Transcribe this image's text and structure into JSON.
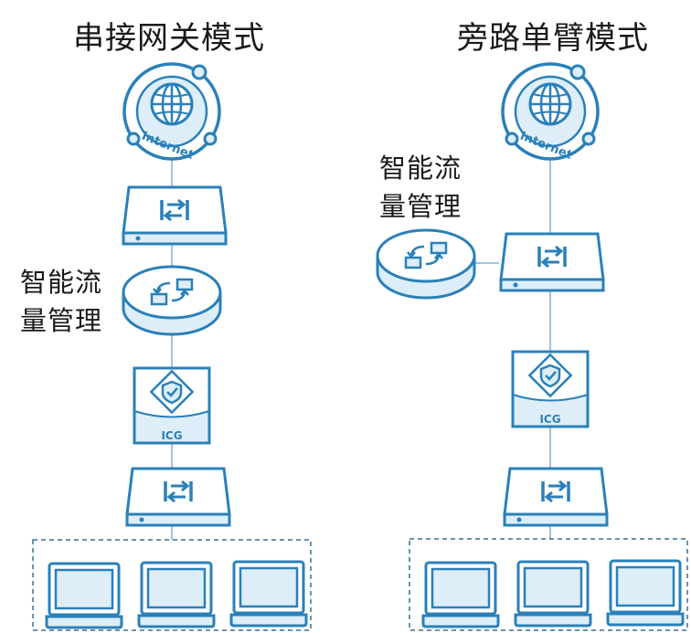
{
  "diagrams": [
    {
      "title": "串接网关模式",
      "traffic_label_line1": "智能流",
      "traffic_label_line2": "量管理",
      "internet_label": "Internet",
      "gateway_label": "ICG"
    },
    {
      "title": "旁路单臂模式",
      "traffic_label_line1": "智能流",
      "traffic_label_line2": "量管理",
      "internet_label": "Internet",
      "gateway_label": "ICG"
    }
  ],
  "colors": {
    "stroke": "#2a80b9",
    "light_fill": "#ddeef8",
    "line": "#7fb0d6",
    "dash": "#3a6f90"
  }
}
